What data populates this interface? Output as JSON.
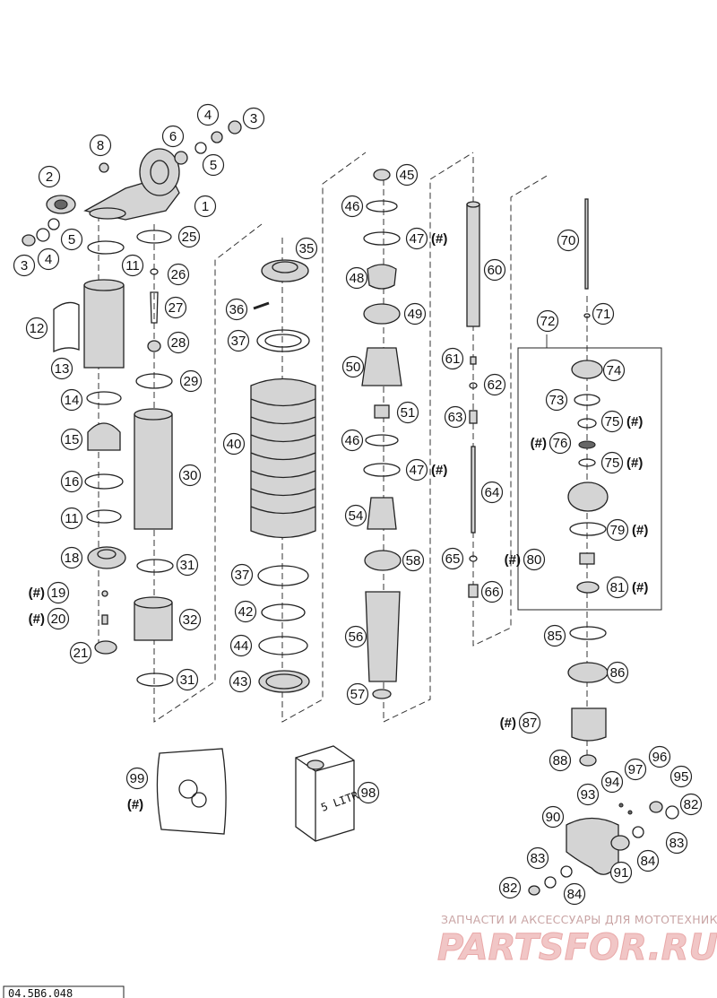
{
  "callouts": [
    {
      "n": "1"
    },
    {
      "n": "2"
    },
    {
      "n": "3"
    },
    {
      "n": "4"
    },
    {
      "n": "3"
    },
    {
      "n": "4"
    },
    {
      "n": "5"
    },
    {
      "n": "5"
    },
    {
      "n": "6"
    },
    {
      "n": "8"
    },
    {
      "n": "11"
    },
    {
      "n": "12"
    },
    {
      "n": "13"
    },
    {
      "n": "14"
    },
    {
      "n": "15"
    },
    {
      "n": "16"
    },
    {
      "n": "11"
    },
    {
      "n": "18"
    },
    {
      "n": "19",
      "mark": "(#)"
    },
    {
      "n": "20",
      "mark": "(#)"
    },
    {
      "n": "21"
    },
    {
      "n": "25"
    },
    {
      "n": "26"
    },
    {
      "n": "27"
    },
    {
      "n": "28"
    },
    {
      "n": "29"
    },
    {
      "n": "30"
    },
    {
      "n": "31"
    },
    {
      "n": "32"
    },
    {
      "n": "31"
    },
    {
      "n": "35"
    },
    {
      "n": "36"
    },
    {
      "n": "37"
    },
    {
      "n": "40"
    },
    {
      "n": "37"
    },
    {
      "n": "42"
    },
    {
      "n": "44"
    },
    {
      "n": "43"
    },
    {
      "n": "45"
    },
    {
      "n": "46"
    },
    {
      "n": "47",
      "mark": "(#)"
    },
    {
      "n": "48"
    },
    {
      "n": "49"
    },
    {
      "n": "50"
    },
    {
      "n": "51"
    },
    {
      "n": "46"
    },
    {
      "n": "47",
      "mark": "(#)"
    },
    {
      "n": "54"
    },
    {
      "n": "58"
    },
    {
      "n": "56"
    },
    {
      "n": "57"
    },
    {
      "n": "60"
    },
    {
      "n": "61"
    },
    {
      "n": "62"
    },
    {
      "n": "63"
    },
    {
      "n": "64"
    },
    {
      "n": "65"
    },
    {
      "n": "66"
    },
    {
      "n": "70"
    },
    {
      "n": "71"
    },
    {
      "n": "72"
    },
    {
      "n": "74"
    },
    {
      "n": "73"
    },
    {
      "n": "75",
      "mark": "(#)"
    },
    {
      "n": "76",
      "mark": "(#)"
    },
    {
      "n": "75",
      "mark": "(#)"
    },
    {
      "n": "79",
      "mark": "(#)"
    },
    {
      "n": "80",
      "mark": "(#)"
    },
    {
      "n": "81",
      "mark": "(#)"
    },
    {
      "n": "85"
    },
    {
      "n": "86"
    },
    {
      "n": "87",
      "mark": "(#)"
    },
    {
      "n": "88"
    },
    {
      "n": "93"
    },
    {
      "n": "94"
    },
    {
      "n": "97"
    },
    {
      "n": "96"
    },
    {
      "n": "95"
    },
    {
      "n": "82"
    },
    {
      "n": "90"
    },
    {
      "n": "83"
    },
    {
      "n": "84"
    },
    {
      "n": "91"
    },
    {
      "n": "83"
    },
    {
      "n": "82"
    },
    {
      "n": "84"
    },
    {
      "n": "99",
      "mark": "(#)"
    },
    {
      "n": "98"
    }
  ],
  "can_label": "5 LITRE",
  "watermark": {
    "tagline": "ЗАПЧАСТИ И АКСЕССУАРЫ ДЛЯ МОТОТЕХНИКИ",
    "logo": "PARTSFOR.RU"
  },
  "diagram_code": "04.5B6.048"
}
